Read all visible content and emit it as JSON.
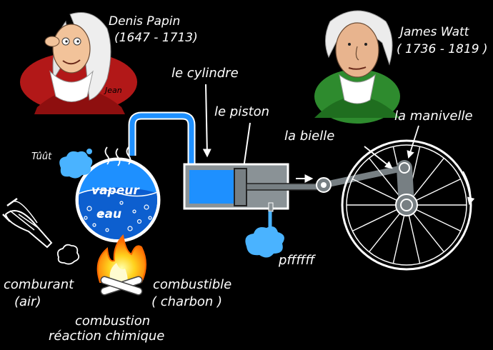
{
  "inventors": {
    "papin": {
      "name": "Denis Papin",
      "dates": "(1647 - 1713)",
      "signature": "Jean"
    },
    "watt": {
      "name": "James Watt",
      "dates": "( 1736 - 1819 )"
    }
  },
  "labels": {
    "cylinder": "le cylindre",
    "piston": "le piston",
    "connecting_rod": "la bielle",
    "crank": "la manivelle",
    "steam": "vapeur",
    "water": "eau",
    "whistle": "Tûût",
    "exhaust": "pffffff",
    "oxidizer_line1": "comburant",
    "oxidizer_line2": "(air)",
    "fuel_line1": "combustible",
    "fuel_line2": "( charbon )",
    "combustion_line1": "combustion",
    "combustion_line2": "réaction chimique"
  },
  "colors": {
    "water_blue": "#1e90ff",
    "steam_blue": "#4ab3ff",
    "cylinder_gray": "#8a9296",
    "papin_red": "#b21818",
    "watt_green": "#2e8b2e",
    "flame_yellow": "#ffd21e",
    "flame_orange": "#ff7a00"
  }
}
